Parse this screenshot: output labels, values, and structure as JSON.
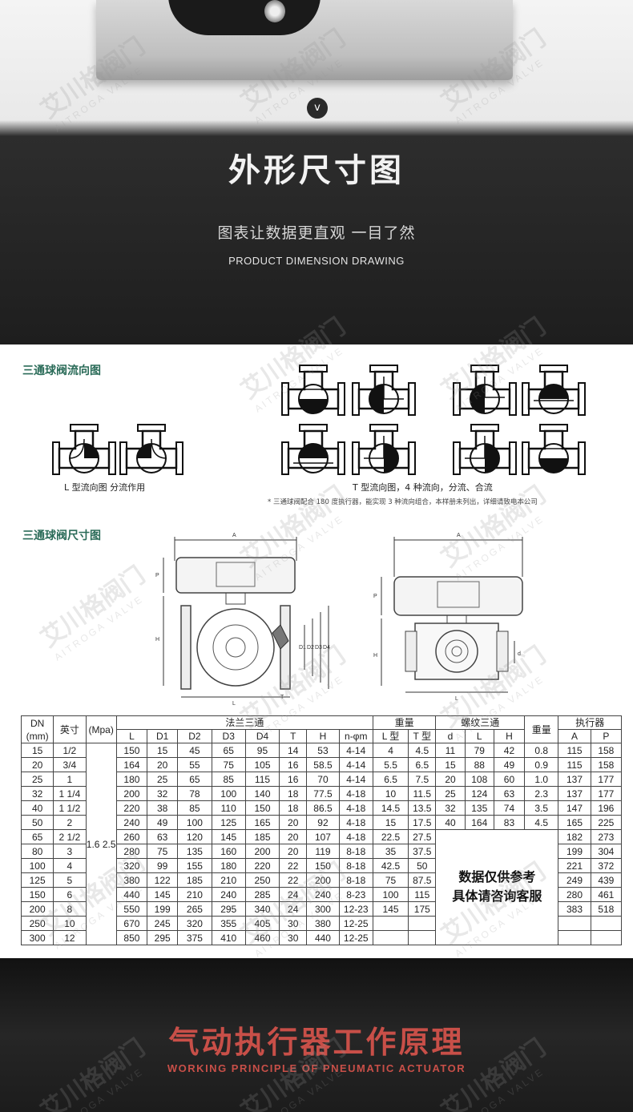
{
  "header": {
    "chevron": "v",
    "title": "外形尺寸图",
    "subtitle_cn": "图表让数据更直观 一目了然",
    "subtitle_en": "PRODUCT DIMENSION DRAWING"
  },
  "flow_section": {
    "heading": "三通球阀流向图",
    "l_caption": "L 型流向图 分流作用",
    "t_caption": "T 型流向图，4 种流向，分流、合流",
    "note": "* 三通球阀配合 180 度执行器，能实现 3 种流向组合，本样册未列出，详细请致电本公司"
  },
  "dimension_section": {
    "heading": "三通球阀尺寸图",
    "labels": {
      "A": "A",
      "P": "P",
      "H": "H",
      "L": "L",
      "T": "T",
      "D1": "D1",
      "D2": "D2",
      "D3": "D3",
      "D4": "D4",
      "d": "d"
    }
  },
  "table": {
    "header": {
      "dn": "DN",
      "dn_unit": "(mm)",
      "inch": "英寸",
      "mpa": "(Mpa)",
      "flange": "法兰三通",
      "weight": "重量",
      "thread": "螺纹三通",
      "thread_weight": "重量",
      "actuator": "执行器",
      "flange_cols": [
        "L",
        "D1",
        "D2",
        "D3",
        "D4",
        "T",
        "H",
        "n-φm"
      ],
      "weight_cols": [
        "L 型",
        "T 型"
      ],
      "thread_cols": [
        "d",
        "L",
        "H"
      ],
      "actuator_cols": [
        "A",
        "P"
      ]
    },
    "pressure": "1.6 2.5",
    "merged_note_1": "数据仅供参考",
    "merged_note_2": "具体请咨询客服",
    "rows": [
      {
        "dn": "15",
        "inch": "1/2",
        "f": [
          "150",
          "15",
          "45",
          "65",
          "95",
          "14",
          "53",
          "4-14"
        ],
        "w": [
          "4",
          "4.5"
        ],
        "t": [
          "11",
          "79",
          "42"
        ],
        "tw": "0.8",
        "a": [
          "115",
          "158"
        ]
      },
      {
        "dn": "20",
        "inch": "3/4",
        "f": [
          "164",
          "20",
          "55",
          "75",
          "105",
          "16",
          "58.5",
          "4-14"
        ],
        "w": [
          "5.5",
          "6.5"
        ],
        "t": [
          "15",
          "88",
          "49"
        ],
        "tw": "0.9",
        "a": [
          "115",
          "158"
        ]
      },
      {
        "dn": "25",
        "inch": "1",
        "f": [
          "180",
          "25",
          "65",
          "85",
          "115",
          "16",
          "70",
          "4-14"
        ],
        "w": [
          "6.5",
          "7.5"
        ],
        "t": [
          "20",
          "108",
          "60"
        ],
        "tw": "1.0",
        "a": [
          "137",
          "177"
        ]
      },
      {
        "dn": "32",
        "inch": "1 1/4",
        "f": [
          "200",
          "32",
          "78",
          "100",
          "140",
          "18",
          "77.5",
          "4-18"
        ],
        "w": [
          "10",
          "11.5"
        ],
        "t": [
          "25",
          "124",
          "63"
        ],
        "tw": "2.3",
        "a": [
          "137",
          "177"
        ]
      },
      {
        "dn": "40",
        "inch": "1 1/2",
        "f": [
          "220",
          "38",
          "85",
          "110",
          "150",
          "18",
          "86.5",
          "4-18"
        ],
        "w": [
          "14.5",
          "13.5"
        ],
        "t": [
          "32",
          "135",
          "74"
        ],
        "tw": "3.5",
        "a": [
          "147",
          "196"
        ]
      },
      {
        "dn": "50",
        "inch": "2",
        "f": [
          "240",
          "49",
          "100",
          "125",
          "165",
          "20",
          "92",
          "4-18"
        ],
        "w": [
          "15",
          "17.5"
        ],
        "t": [
          "40",
          "164",
          "83"
        ],
        "tw": "4.5",
        "a": [
          "165",
          "225"
        ]
      },
      {
        "dn": "65",
        "inch": "2 1/2",
        "f": [
          "260",
          "63",
          "120",
          "145",
          "185",
          "20",
          "107",
          "4-18"
        ],
        "w": [
          "22.5",
          "27.5"
        ],
        "a": [
          "182",
          "273"
        ]
      },
      {
        "dn": "80",
        "inch": "3",
        "f": [
          "280",
          "75",
          "135",
          "160",
          "200",
          "20",
          "119",
          "8-18"
        ],
        "w": [
          "35",
          "37.5"
        ],
        "a": [
          "199",
          "304"
        ]
      },
      {
        "dn": "100",
        "inch": "4",
        "f": [
          "320",
          "99",
          "155",
          "180",
          "220",
          "22",
          "150",
          "8-18"
        ],
        "w": [
          "42.5",
          "50"
        ],
        "a": [
          "221",
          "372"
        ]
      },
      {
        "dn": "125",
        "inch": "5",
        "f": [
          "380",
          "122",
          "185",
          "210",
          "250",
          "22",
          "200",
          "8-18"
        ],
        "w": [
          "75",
          "87.5"
        ],
        "a": [
          "249",
          "439"
        ]
      },
      {
        "dn": "150",
        "inch": "6",
        "f": [
          "440",
          "145",
          "210",
          "240",
          "285",
          "24",
          "240",
          "8-23"
        ],
        "w": [
          "100",
          "115"
        ],
        "a": [
          "280",
          "461"
        ]
      },
      {
        "dn": "200",
        "inch": "8",
        "f": [
          "550",
          "199",
          "265",
          "295",
          "340",
          "24",
          "300",
          "12-23"
        ],
        "w": [
          "145",
          "175"
        ],
        "a": [
          "383",
          "518"
        ]
      },
      {
        "dn": "250",
        "inch": "10",
        "f": [
          "670",
          "245",
          "320",
          "355",
          "405",
          "30",
          "380",
          "12-25"
        ],
        "w": [
          "",
          ""
        ],
        "a": [
          "",
          ""
        ]
      },
      {
        "dn": "300",
        "inch": "12",
        "f": [
          "850",
          "295",
          "375",
          "410",
          "460",
          "30",
          "440",
          "12-25"
        ],
        "w": [
          "",
          ""
        ],
        "a": [
          "",
          ""
        ]
      }
    ]
  },
  "footer": {
    "title": "气动执行器工作原理",
    "subtitle": "WORKING PRINCIPLE OF PNEUMATIC ACTUATOR"
  },
  "watermark": {
    "cn": "艾川格阀门",
    "en": "AITROGA VALVE"
  },
  "colors": {
    "section_heading": "#2a6b58",
    "footer_title": "#c84f48",
    "banner_dark": "#1e1e1e"
  }
}
